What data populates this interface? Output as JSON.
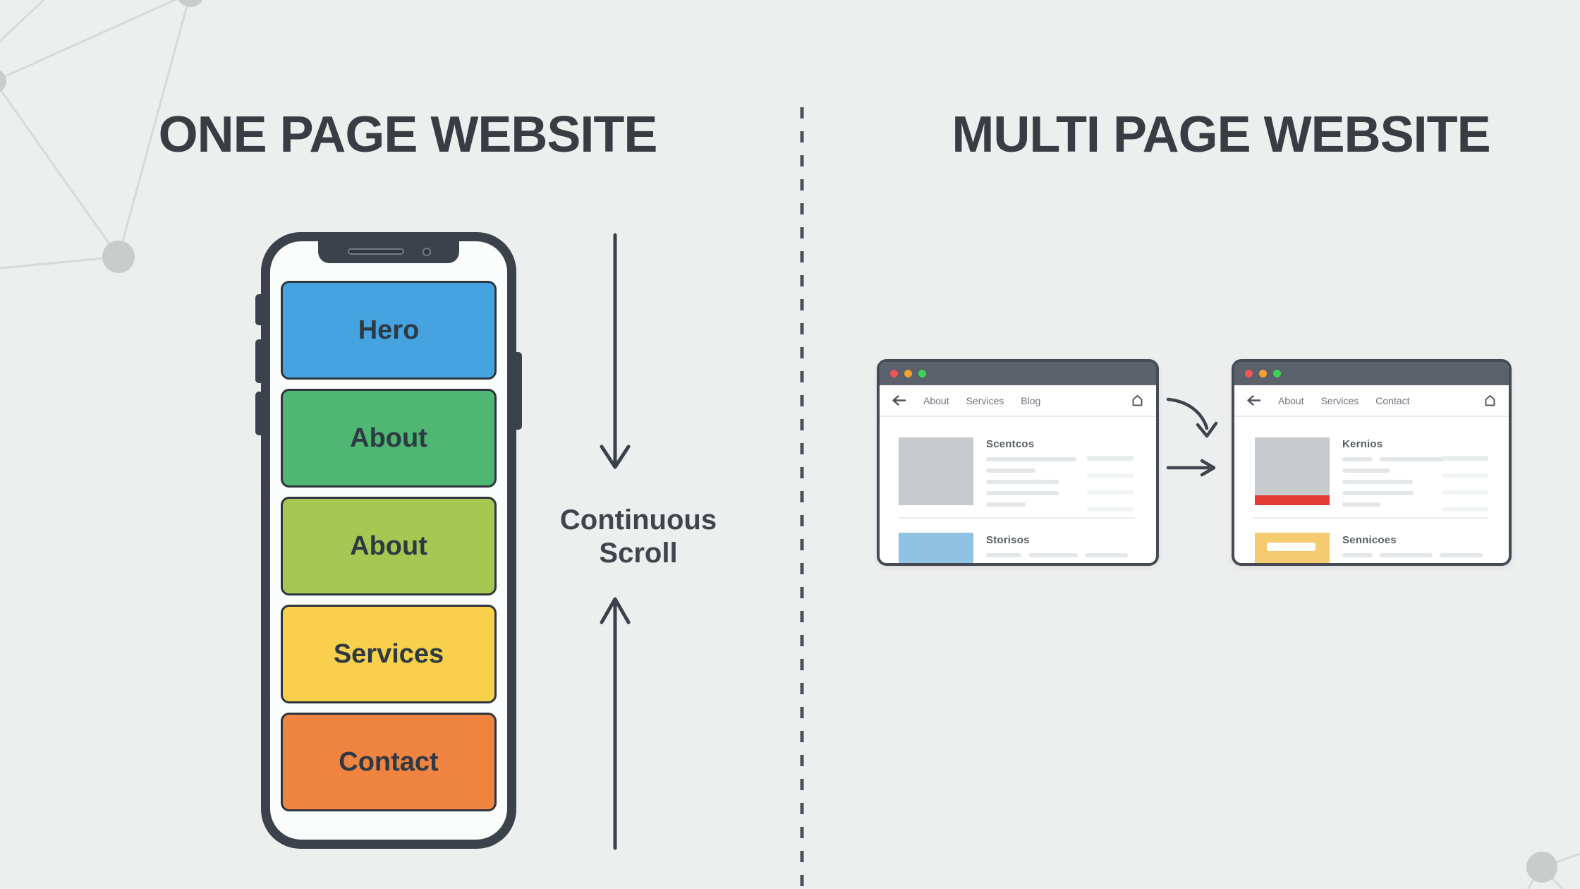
{
  "canvas": {
    "background": "#edeeee"
  },
  "left_panel": {
    "title": "ONE PAGE WEBSITE",
    "phone": {
      "frame_color": "#3b424c",
      "sections": [
        {
          "label": "Hero",
          "color": "#45a4e0"
        },
        {
          "label": "About",
          "color": "#4fb673"
        },
        {
          "label": "About",
          "color": "#a6c853"
        },
        {
          "label": "Services",
          "color": "#f8d04b"
        },
        {
          "label": "Contact",
          "color": "#ef8340"
        }
      ]
    },
    "scroll_caption": {
      "line1": "Continuous",
      "line2": "Scroll"
    },
    "icons": {
      "down": "scroll-down-arrow",
      "up": "scroll-up-arrow"
    }
  },
  "divider": {
    "style": "dashed",
    "color": "#4b515a"
  },
  "right_panel": {
    "title": "MULTI PAGE WEBSITE",
    "traffic_lights": {
      "red": "#f4545c",
      "orange": "#f5a12c",
      "green": "#3bd353"
    },
    "titlebar_color": "#5a616b",
    "browser_1": {
      "nav_items": [
        "About",
        "Services",
        "Blog"
      ],
      "icons": {
        "back": "back-arrow",
        "home": "home"
      },
      "rows": [
        {
          "heading": "Scentcos",
          "thumb_color": "#c6cacd"
        },
        {
          "heading": "Storisos",
          "thumb_color": "#8fc2e3"
        }
      ]
    },
    "browser_2": {
      "nav_items": [
        "About",
        "Services",
        "Contact"
      ],
      "icons": {
        "back": "back-arrow",
        "home": "home"
      },
      "rows": [
        {
          "heading": "Kernios",
          "thumb_color": "#c6cacd",
          "accent_strip": "#e23b33"
        },
        {
          "heading": "Sennicoes",
          "thumb_color": "#f6ca6e"
        }
      ]
    },
    "flow_icons": {
      "top": "curved-down-arrow",
      "bottom": "straight-right-arrow"
    }
  }
}
